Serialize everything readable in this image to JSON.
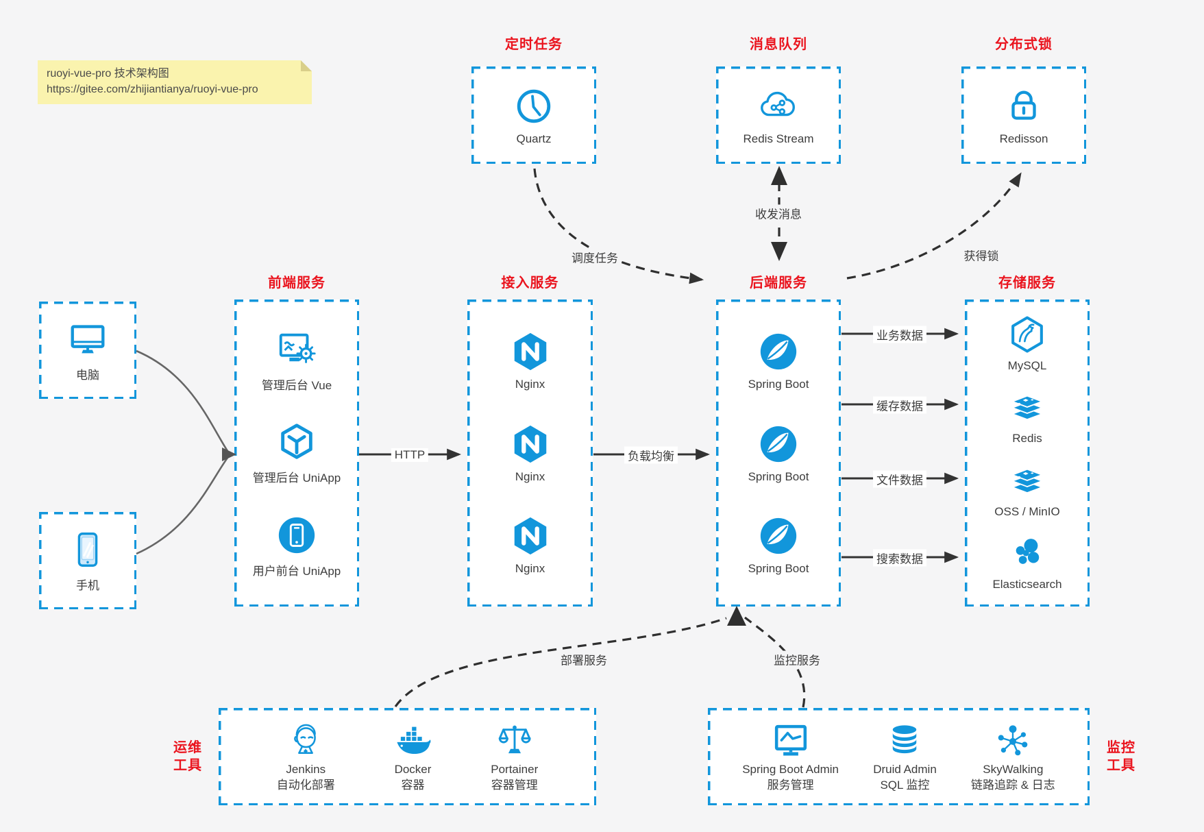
{
  "note": {
    "line1": "ruoyi-vue-pro 技术架构图",
    "line2": "https://gitee.com/zhijiantianya/ruoyi-vue-pro"
  },
  "top_boxes": [
    {
      "title": "定时任务",
      "label": "Quartz"
    },
    {
      "title": "消息队列",
      "label": "Redis Stream"
    },
    {
      "title": "分布式锁",
      "label": "Redisson"
    }
  ],
  "clients": [
    {
      "label": "电脑"
    },
    {
      "label": "手机"
    }
  ],
  "groups": {
    "frontend": {
      "title": "前端服务",
      "items": [
        {
          "label": "管理后台 Vue"
        },
        {
          "label": "管理后台 UniApp"
        },
        {
          "label": "用户前台 UniApp"
        }
      ]
    },
    "access": {
      "title": "接入服务",
      "items": [
        {
          "label": "Nginx"
        },
        {
          "label": "Nginx"
        },
        {
          "label": "Nginx"
        }
      ]
    },
    "backend": {
      "title": "后端服务",
      "items": [
        {
          "label": "Spring Boot"
        },
        {
          "label": "Spring Boot"
        },
        {
          "label": "Spring Boot"
        }
      ]
    },
    "storage": {
      "title": "存储服务",
      "items": [
        {
          "label": "MySQL"
        },
        {
          "label": "Redis"
        },
        {
          "label": "OSS / MinIO"
        },
        {
          "label": "Elasticsearch"
        }
      ]
    }
  },
  "ops": {
    "side_label_line1": "运维",
    "side_label_line2": "工具",
    "items": [
      {
        "name": "Jenkins",
        "desc": "自动化部署"
      },
      {
        "name": "Docker",
        "desc": "容器"
      },
      {
        "name": "Portainer",
        "desc": "容器管理"
      }
    ]
  },
  "monitoring": {
    "side_label_line1": "监控",
    "side_label_line2": "工具",
    "items": [
      {
        "name": "Spring Boot Admin",
        "desc": "服务管理"
      },
      {
        "name": "Druid Admin",
        "desc": "SQL 监控"
      },
      {
        "name": "SkyWalking",
        "desc": "链路追踪 & 日志"
      }
    ]
  },
  "edges": {
    "http": "HTTP",
    "load_balance": "负载均衡",
    "business_data": "业务数据",
    "cache_data": "缓存数据",
    "file_data": "文件数据",
    "search_data": "搜索数据",
    "schedule_task": "调度任务",
    "send_receive_msg": "收发消息",
    "acquire_lock": "获得锁",
    "deploy_service": "部署服务",
    "monitor_service": "监控服务"
  },
  "colors": {
    "accent_blue": "#1296db",
    "title_red": "#ea141e",
    "canvas_bg": "#f5f5f6",
    "line_dark": "#333333",
    "note_bg": "#faf3ae"
  }
}
